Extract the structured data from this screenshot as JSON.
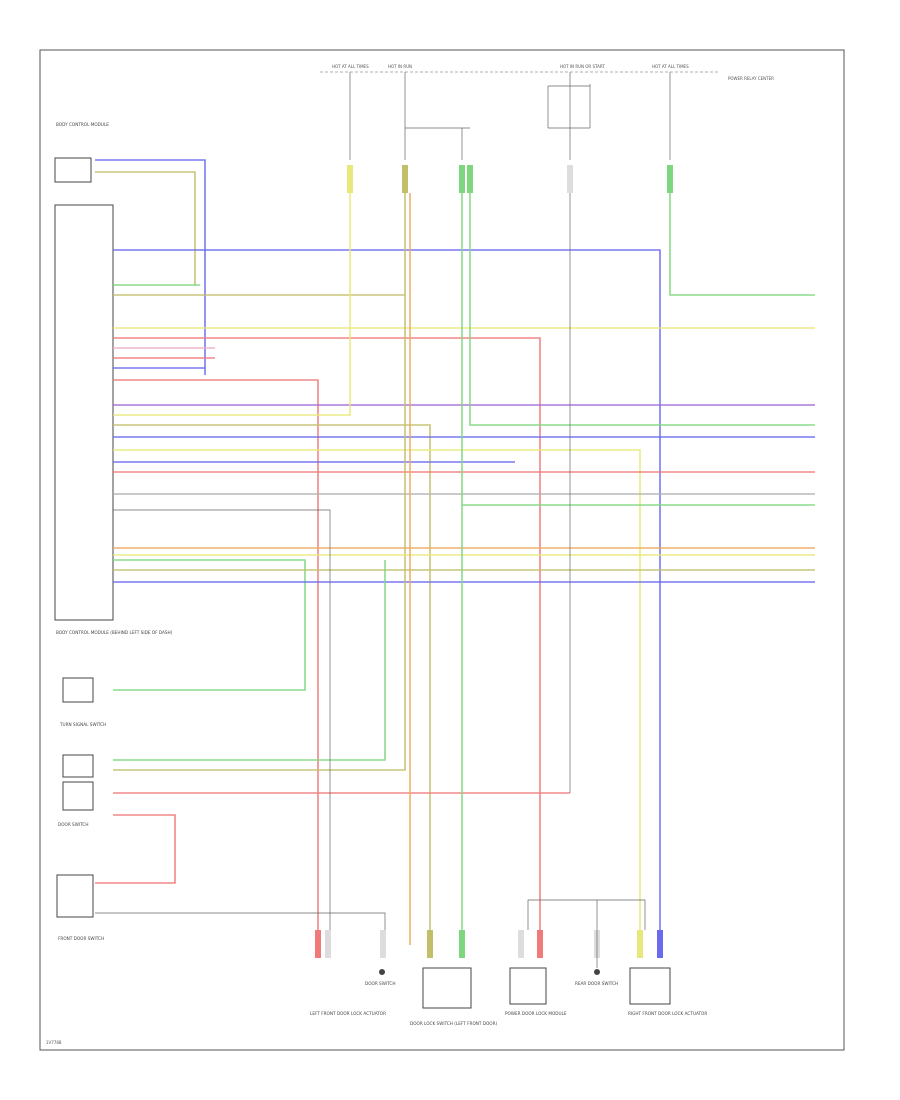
{
  "diagram": {
    "footer_code": "1V7788",
    "top_fuses": [
      {
        "label": "HOT AT ALL TIMES"
      },
      {
        "label": "HOT IN RUN"
      },
      {
        "label": "HOT IN RUN OR START"
      },
      {
        "label": "HOT AT ALL TIMES"
      }
    ],
    "right_note": "POWER RELAY CENTER",
    "left_label": "BODY CONTROL MODULE",
    "module_caption": "BODY CONTROL MODULE (BEHIND LEFT SIDE OF DASH)",
    "components": [
      {
        "label": "TURN SIGNAL SWITCH"
      },
      {
        "label": "DOOR SWITCH"
      },
      {
        "label": "FRONT DOOR SWITCH"
      },
      {
        "label": "REAR DOOR SWITCH"
      }
    ],
    "bottom_captions": [
      {
        "label": "LEFT FRONT DOOR LOCK ACTUATOR"
      },
      {
        "label": "DOOR SWITCH"
      },
      {
        "label": "DOOR LOCK SWITCH (LEFT FRONT DOOR)"
      },
      {
        "label": "POWER DOOR LOCK MODULE"
      },
      {
        "label": "REAR DOOR SWITCH"
      },
      {
        "label": "RIGHT FRONT DOOR LOCK ACTUATOR"
      }
    ],
    "wire_colors": {
      "blue": "#6a6af0",
      "yellow": "#e8e87a",
      "green": "#7ed67e",
      "red": "#f07a7a",
      "violet": "#a26ad6",
      "orange": "#f0a95c",
      "olive": "#c2bf6a",
      "gray": "#b0b0b0",
      "pink": "#f0b0c8"
    }
  }
}
